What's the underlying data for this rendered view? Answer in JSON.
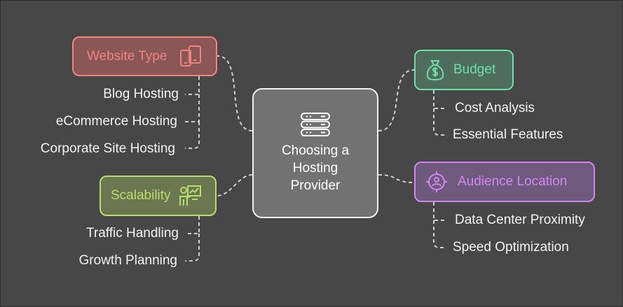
{
  "center": {
    "title": "Choosing a\nHosting\nProvider",
    "icon": "server-stack-icon"
  },
  "branches": {
    "website_type": {
      "label": "Website Type",
      "icon": "devices-icon",
      "color": "#f0837e",
      "fill": "#8a5756",
      "items": [
        "Blog Hosting",
        "eCommerce Hosting",
        "Corporate Site Hosting"
      ]
    },
    "budget": {
      "label": "Budget",
      "icon": "money-bag-icon",
      "color": "#6fe0a8",
      "fill": "#4f6d5f",
      "items": [
        "Cost Analysis",
        "Essential Features"
      ]
    },
    "scalability": {
      "label": "Scalability",
      "icon": "presenter-chart-icon",
      "color": "#b6df6a",
      "fill": "#6c7650",
      "items": [
        "Traffic Handling",
        "Growth Planning"
      ]
    },
    "audience_location": {
      "label": "Audience Location",
      "icon": "location-target-icon",
      "color": "#d386f0",
      "fill": "#6e5a7c",
      "items": [
        "Data Center Proximity",
        "Speed Optimization"
      ]
    }
  },
  "colors": {
    "background": "#474747",
    "center_fill": "#727272",
    "connector": "#cfcfcf"
  }
}
